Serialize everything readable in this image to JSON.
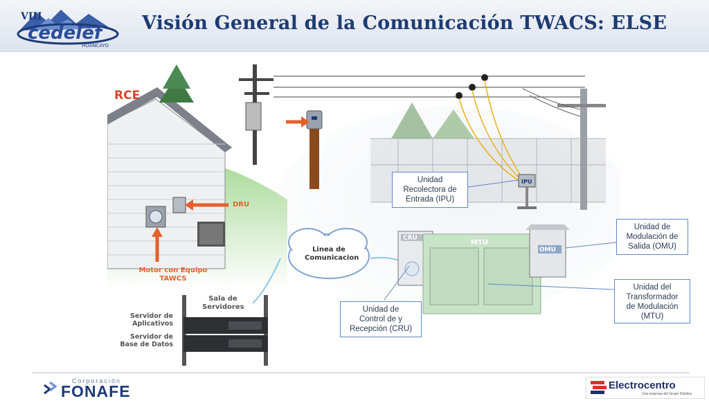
{
  "header": {
    "title": "Visión General de la Comunicación TWACS: ELSE",
    "logo": {
      "numeral": "VIII",
      "wordmark": "cedelef",
      "city": "HUANCAYO"
    }
  },
  "diagram": {
    "rce_label": "RCE",
    "dru_label": "DRU",
    "motor_label": "Motor con Equipo TAWCS",
    "cloud_label": "Linea de Comunicacion",
    "server_room_label": "Sala de Servidores",
    "server_app_label": "Servidor de Aplicativos",
    "server_db_label": "Servidor de Base de Datos",
    "unit_tags": {
      "ipu": "IPU",
      "cru": "CRU",
      "mtu": "MTU",
      "omu": "OMU"
    },
    "callouts": {
      "ipu": [
        "Unidad",
        "Recolectora de",
        "Entrada (IPU)"
      ],
      "omu": [
        "Unidad de",
        "Modulación de",
        "Salida (OMU)"
      ],
      "mtu": [
        "Unidad del",
        "Transformador",
        "de Modulación",
        "(MTU)"
      ],
      "cru": [
        "Unidad de",
        "Control de y",
        "Recepción (CRU)"
      ]
    }
  },
  "footer": {
    "left_logo": {
      "top": "Corporación",
      "name": "FONAFE"
    },
    "right_logo": {
      "name": "Electrocentro",
      "tagline": "Una empresa del Grupo Distriluz"
    }
  },
  "colors": {
    "title": "#1f3b73",
    "arrow": "#e4602c",
    "callout_border": "#5e86c5",
    "equipment": "#c9e3c9"
  }
}
